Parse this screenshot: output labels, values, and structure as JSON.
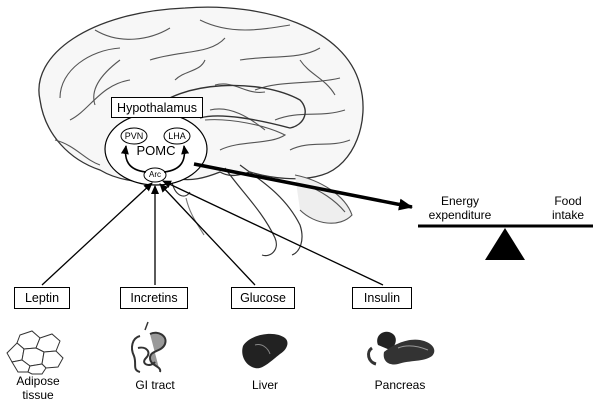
{
  "hypothalamus": {
    "title": "Hypothalamus",
    "pvn": "PVN",
    "lha": "LHA",
    "pomc": "POMC",
    "arc": "Arc"
  },
  "balance": {
    "left_label": "Energy expenditure",
    "right_label": "Food intake"
  },
  "signals": [
    {
      "label": "Leptin",
      "organ": "Adipose tissue",
      "icon": "adipose-tissue-icon"
    },
    {
      "label": "Incretins",
      "organ": "GI tract",
      "icon": "gi-tract-icon"
    },
    {
      "label": "Glucose",
      "organ": "Liver",
      "icon": "liver-icon"
    },
    {
      "label": "Insulin",
      "organ": "Pancreas",
      "icon": "pancreas-icon"
    }
  ]
}
